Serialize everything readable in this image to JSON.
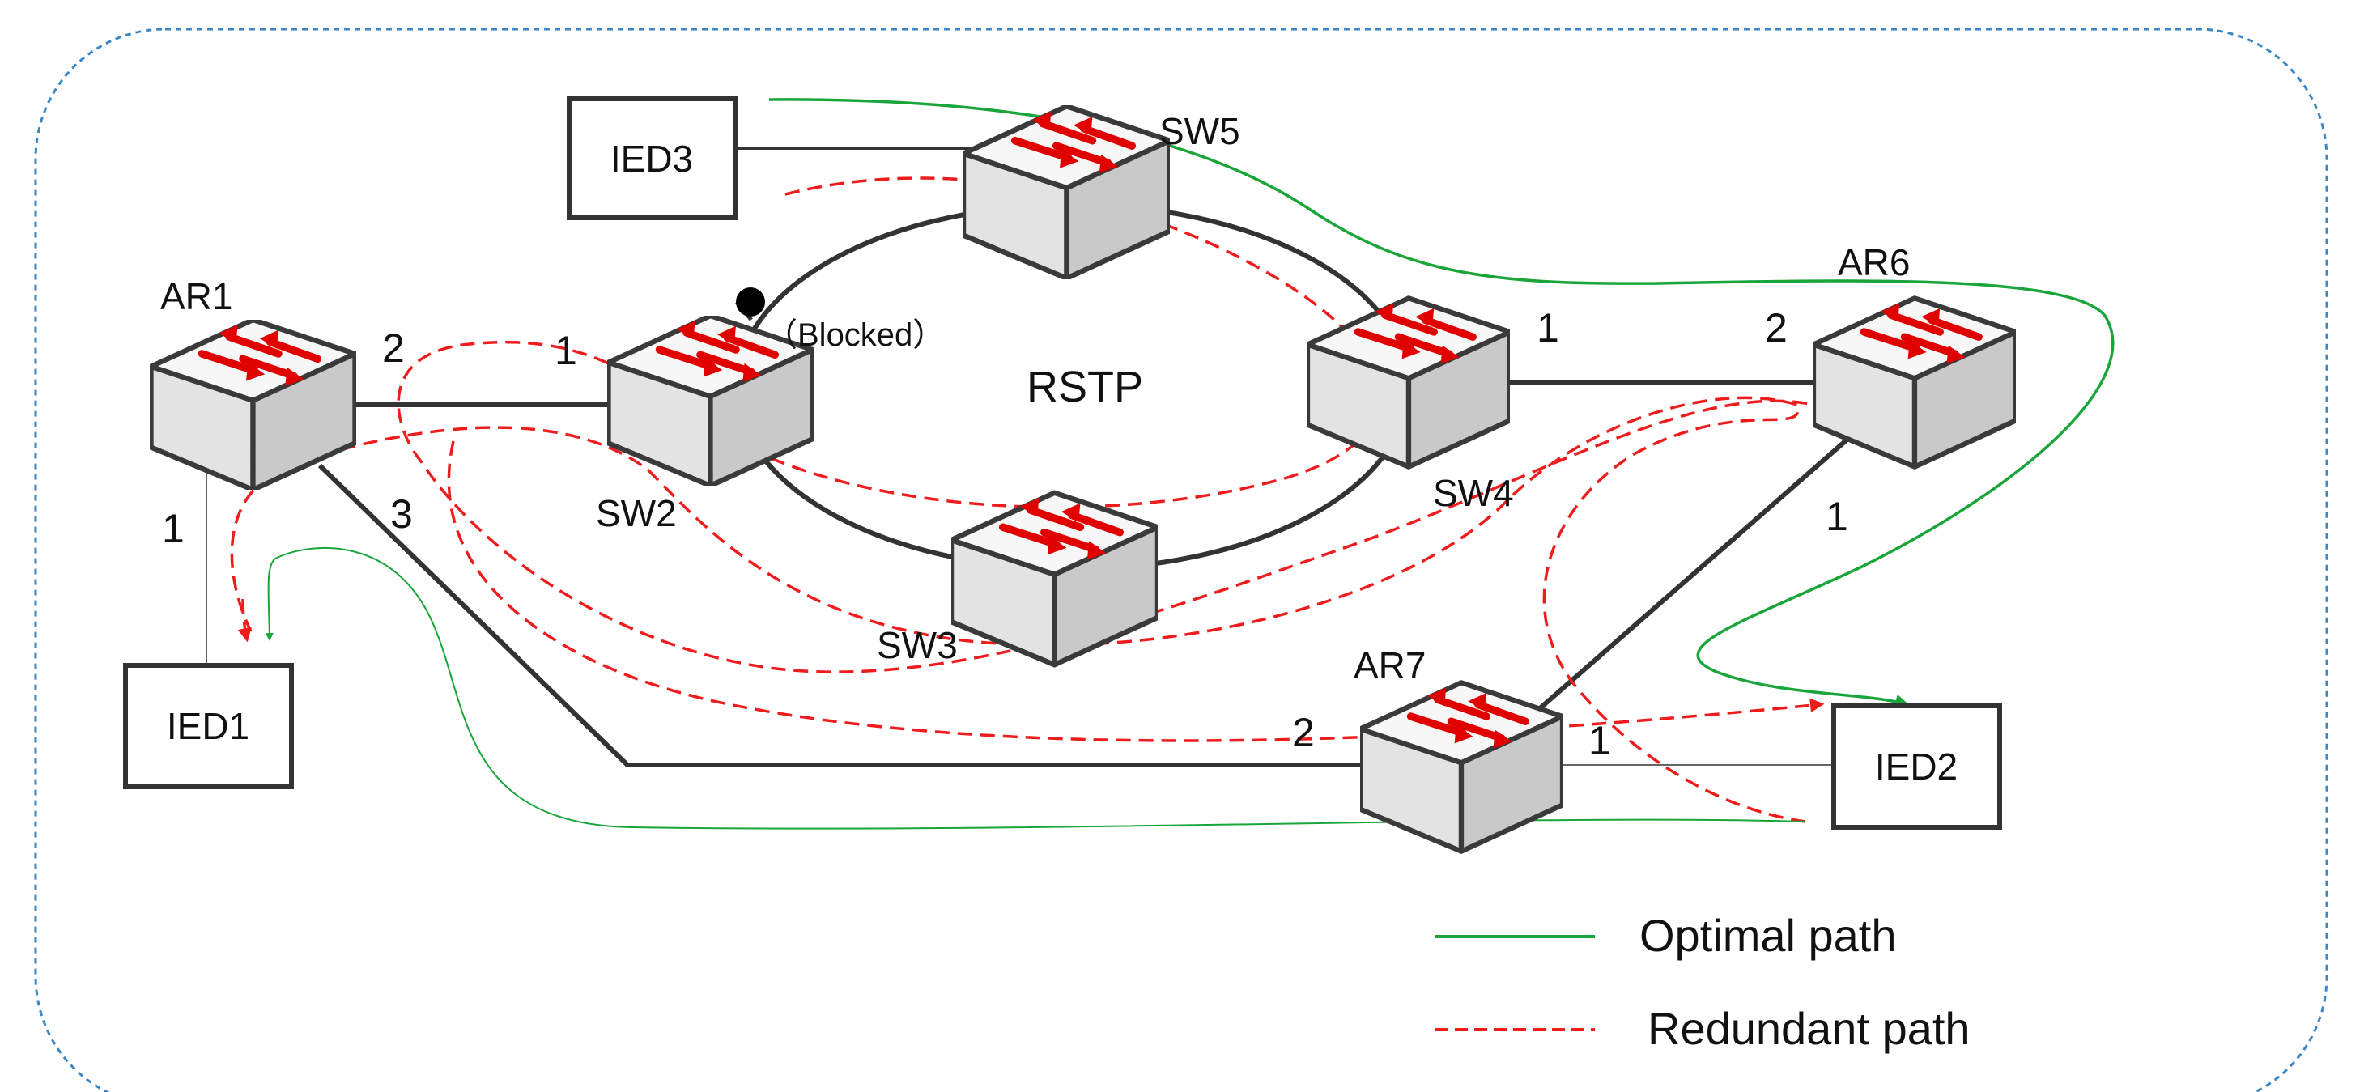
{
  "diagram": {
    "center_label": "RSTP",
    "blocked_label": "（Blocked）",
    "switches": {
      "ar1": "AR1",
      "sw2": "SW2",
      "sw3": "SW3",
      "sw4": "SW4",
      "sw5": "SW5",
      "ar6": "AR6",
      "ar7": "AR7"
    },
    "ieds": {
      "ied1": "IED1",
      "ied2": "IED2",
      "ied3": "IED3"
    },
    "ports": {
      "ar1_to_sw2": "2",
      "sw2_to_ar1": "1",
      "ar1_to_ied1": "1",
      "ar1_to_ar7": "3",
      "sw4_to_ar6": "1",
      "ar6_to_sw4": "2",
      "ar6_to_ar7": "1",
      "ar7_to_ar1": "2",
      "ar7_to_ied2": "1"
    }
  },
  "legend": {
    "optimal_label": "Optimal path",
    "redundant_label": "Redundant path"
  },
  "colors": {
    "optimal": "#1aa53a",
    "redundant": "#ee1c1c",
    "frame": "#3b86c6",
    "link": "#333333",
    "switch_arrow": "#e00000"
  }
}
